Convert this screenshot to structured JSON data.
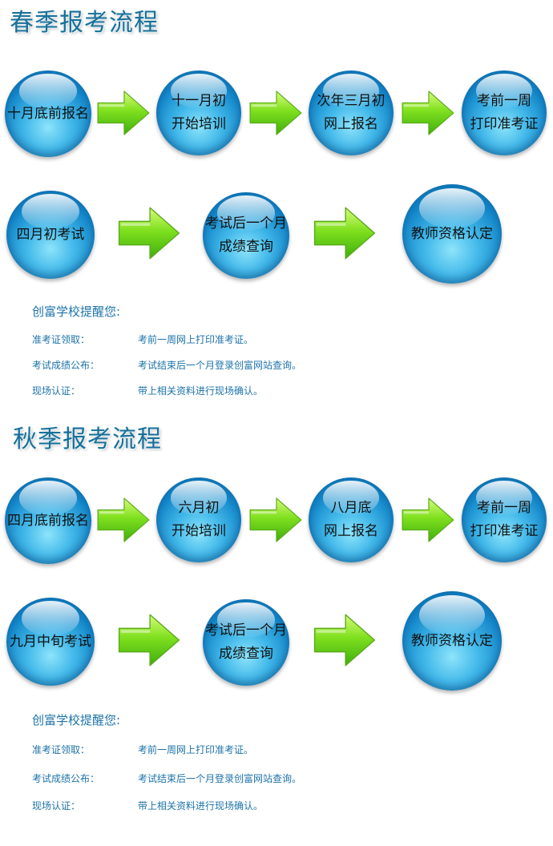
{
  "spring": {
    "title": "春季报考流程",
    "row1": [
      "十月底前报名",
      "十一月初\n开始培训",
      "次年三月初\n网上报名",
      "考前一周\n打印准考证"
    ],
    "row2": [
      "四月初考试",
      "考试后一个月\n成绩查询",
      "教师资格认定"
    ],
    "notes": {
      "header": "创富学校提醒您:",
      "items": [
        {
          "label": "准考证领取：",
          "value": "考前一周网上打印准考证。"
        },
        {
          "label": "考试成绩公布：",
          "value": "考试结束后一个月登录创富网站查询。"
        },
        {
          "label": "现场认证：",
          "value": "带上相关资料进行现场确认。"
        }
      ]
    }
  },
  "autumn": {
    "title": "秋季报考流程",
    "row1": [
      "四月底前报名",
      "六月初\n开始培训",
      "八月底\n网上报名",
      "考前一周\n打印准考证"
    ],
    "row2": [
      "九月中旬考试",
      "考试后一个月\n成绩查询",
      "教师资格认定"
    ],
    "notes": {
      "header": "创富学校提醒您:",
      "items": [
        {
          "label": "准考证领取：",
          "value": "考前一周网上打印准考证。"
        },
        {
          "label": "考试成绩公布：",
          "value": "考试结束后一个月登录创富网站查询。"
        },
        {
          "label": "现场认证：",
          "value": "带上相关资料进行现场确认。"
        }
      ]
    }
  }
}
